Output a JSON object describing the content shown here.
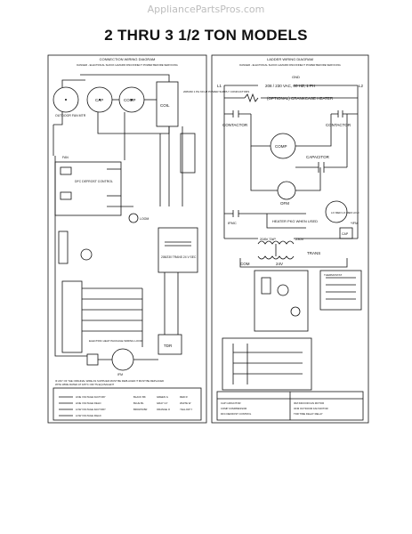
{
  "watermark": "AppliancePartsPros.com",
  "title": "2 THRU 3 1/2 TON MODELS",
  "connection": {
    "heading": "CONNECTION WIRING DIAGRAM",
    "danger": "DANGER - ELECTRICAL SHOCK HAZARD  DISCONNECT POWER BEFORE SERVICING",
    "outdoor_fan_motor": "OUTDOOR FAN MTR",
    "cap": "CAP",
    "comp": "COMP",
    "coil": "COIL",
    "supply_note": "208/230 1 PH 60 HZ  POWER SUPPLY CONDUCTORS",
    "fan": "FAN",
    "defrost_control": "DFC DEFROST CONTROL",
    "loom": "LOOM",
    "trans_note": "208/230 TRANS 24 V SEC",
    "tdr": "TDR",
    "heater_note": "ELECTRIC HEAT PACKAGE WIRING LOOM",
    "ifm": "IFM",
    "notes": [
      "IF ANY OF THE ORIGINAL WIRE AS SUPPLIED MUST BE REPLACED IT MUST BE REPLACED",
      "WITH WIRE RATED AT 105°C OR ITS EQUIVALENT"
    ],
    "legend": [
      "LINE VOLTAGE FACTORY",
      "LINE VOLTAGE FIELD",
      "LOW VOLTAGE FACTORY",
      "LOW VOLTAGE FIELD"
    ],
    "colors": [
      "BLACK   BK",
      "BLUE   BL",
      "BROWN   BR",
      "GREEN   G",
      "GRAY   GY",
      "ORANGE   O",
      "RED   R",
      "WHITE   W",
      "YELLOW   Y"
    ]
  },
  "ladder": {
    "heading": "LADDER WIRING DIAGRAM",
    "danger": "DANGER - ELECTRICAL SHOCK HAZARD  DISCONNECT POWER BEFORE SERVICING",
    "gnd": "GND",
    "supply": "208 / 230 VAC, 60 HZ, 1 PH",
    "l1": "L1",
    "l2": "L2",
    "crankcase": "(OPTIONAL) CRANKCASE HEATER",
    "contactor": "CONTACTOR",
    "comp": "COMP",
    "capacitor": "CAPACITOR",
    "ofm": "OFM",
    "motor_speeds": "LO MED LO MED HI HI",
    "ifm_star": "*IFM",
    "ifmc": "IFMC",
    "heater_pkg": "HEATER PKG WHEN USED",
    "cap": "CAP",
    "tap": "208V TAP",
    "v230": "230V",
    "trans": "TRANS",
    "com": "COM",
    "v24": "24V",
    "thermostat_title": "THERMOSTAT",
    "legend_items": [
      "CAP  CAPACITOR",
      "COMP  COMPRESSOR",
      "DFC  DEFROST CONTROL",
      "IFM  INDOOR FAN MOTOR",
      "OFM  OUTDOOR FAN MOTOR",
      "TDR  TIME DELAY RELAY"
    ]
  }
}
